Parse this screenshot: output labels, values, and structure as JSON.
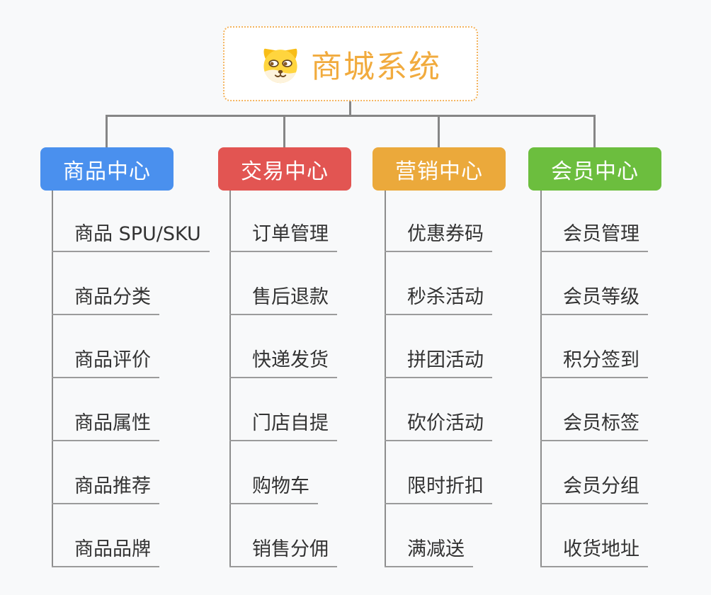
{
  "root": {
    "title": "商城系统",
    "icon": "dog-face-icon",
    "title_color": "#f1ab3e",
    "border_color": "#f3b45f"
  },
  "connector_color": "#868686",
  "branches": [
    {
      "label": "商品中心",
      "color": "#4a90ee",
      "children": [
        "商品 SPU/SKU",
        "商品分类",
        "商品评价",
        "商品属性",
        "商品推荐",
        "商品品牌"
      ]
    },
    {
      "label": "交易中心",
      "color": "#e25552",
      "children": [
        "订单管理",
        "售后退款",
        "快递发货",
        "门店自提",
        "购物车",
        "销售分佣"
      ]
    },
    {
      "label": "营销中心",
      "color": "#eba93b",
      "children": [
        "优惠券码",
        "秒杀活动",
        "拼团活动",
        "砍价活动",
        "限时折扣",
        "满减送"
      ]
    },
    {
      "label": "会员中心",
      "color": "#6cbe3e",
      "children": [
        "会员管理",
        "会员等级",
        "积分签到",
        "会员标签",
        "会员分组",
        "收货地址"
      ]
    }
  ]
}
